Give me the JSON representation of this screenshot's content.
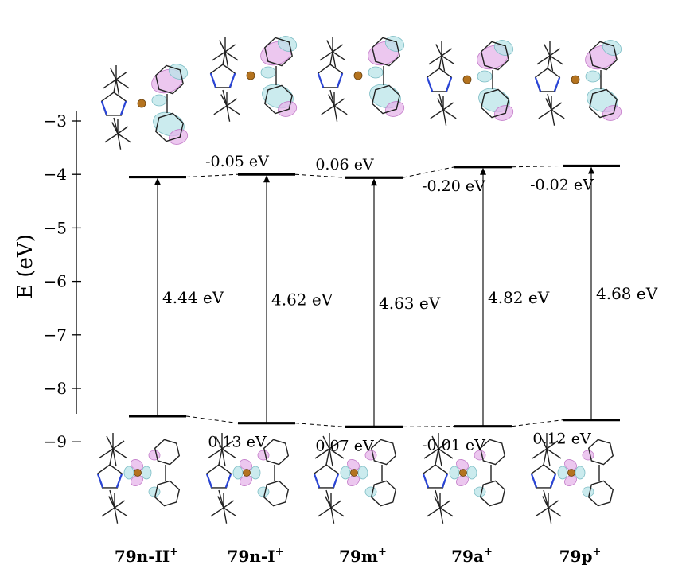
{
  "axis": {
    "ylabel": "E (eV)",
    "ticks": [
      "−3",
      "−4",
      "−5",
      "−6",
      "−7",
      "−8",
      "−9"
    ],
    "tick_values": [
      -3,
      -4,
      -5,
      -6,
      -7,
      -8,
      -9
    ]
  },
  "compounds": [
    {
      "name": "79n-II",
      "sup": "+",
      "lumo": -4.05,
      "homo": -8.52,
      "gap": "4.44 eV",
      "lumo_diff": "",
      "homo_diff": ""
    },
    {
      "name": "79n-I",
      "sup": "+",
      "lumo": -4.0,
      "homo": -8.65,
      "gap": "4.62 eV",
      "lumo_diff": "-0.05 eV",
      "homo_diff": "0.13 eV"
    },
    {
      "name": "79m",
      "sup": "+",
      "lumo": -4.06,
      "homo": -8.72,
      "gap": "4.63 eV",
      "lumo_diff": "0.06 eV",
      "homo_diff": "0.07 eV"
    },
    {
      "name": "79a",
      "sup": "+",
      "lumo": -3.86,
      "homo": -8.71,
      "gap": "4.82 eV",
      "lumo_diff": "-0.20 eV",
      "homo_diff": "-0.01 eV"
    },
    {
      "name": "79p",
      "sup": "+",
      "lumo": -3.84,
      "homo": -8.59,
      "gap": "4.68 eV",
      "lumo_diff": "-0.02 eV",
      "homo_diff": "0.12 eV"
    }
  ],
  "colors": {
    "orbital_pink": "#e6b4ea",
    "orbital_cyan": "#b9e4e8",
    "metal": "#b4731f",
    "nitrogen": "#2a45d8"
  }
}
